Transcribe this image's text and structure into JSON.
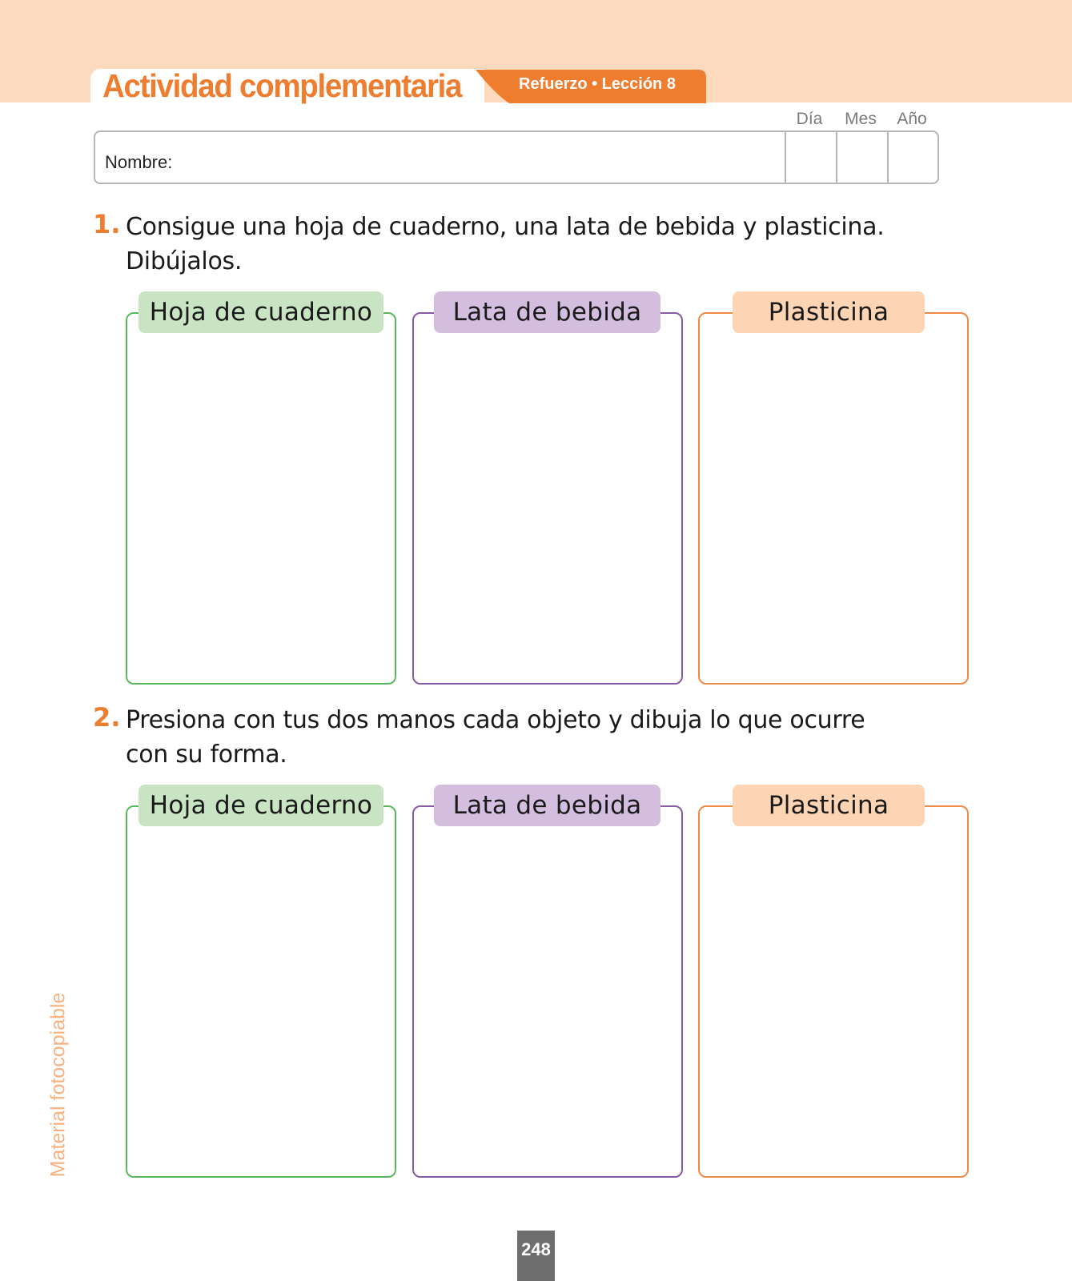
{
  "header": {
    "title": "Actividad complementaria",
    "badge": "Refuerzo • Lección 8"
  },
  "name_field": {
    "label": "Nombre:",
    "date_labels": [
      "Día",
      "Mes",
      "Año"
    ]
  },
  "questions": [
    {
      "number": "1.",
      "text": "Consigue una hoja de cuaderno, una lata de bebida y plasticina. Dibújalos.",
      "boxes": [
        "Hoja de cuaderno",
        "Lata de bebida",
        "Plasticina"
      ]
    },
    {
      "number": "2.",
      "text": "Presiona con tus dos manos cada objeto y dibuja lo que ocurre con su forma.",
      "boxes": [
        "Hoja de cuaderno",
        "Lata de bebida",
        "Plasticina"
      ]
    }
  ],
  "footer": {
    "side_note": "Material fotocopiable",
    "page_number": "248"
  },
  "colors": {
    "accent_orange": "#ee7d2f",
    "band_peach": "#fdd9bd",
    "green": "#5cb85c",
    "purple": "#8a5aa3"
  }
}
